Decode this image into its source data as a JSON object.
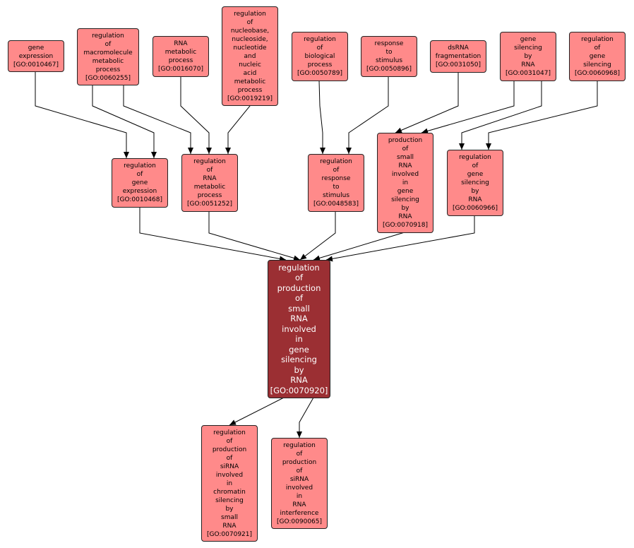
{
  "colors": {
    "node": "#ff8a8a",
    "focus": "#9b2f33",
    "edge": "#000000"
  },
  "nodes": {
    "n1": "gene\nexpression\n[GO:0010467]",
    "n2": "regulation\nof\nmacromolecule\nmetabolic\nprocess\n[GO:0060255]",
    "n3": "RNA\nmetabolic\nprocess\n[GO:0016070]",
    "n4": "regulation\nof\nnucleobase,\nnucleoside,\nnucleotide\nand\nnucleic\nacid\nmetabolic\nprocess\n[GO:0019219]",
    "n5": "regulation\nof\nbiological\nprocess\n[GO:0050789]",
    "n6": "response\nto\nstimulus\n[GO:0050896]",
    "n7": "dsRNA\nfragmentation\n[GO:0031050]",
    "n8": "gene\nsilencing\nby\nRNA\n[GO:0031047]",
    "n9": "regulation\nof\ngene\nsilencing\n[GO:0060968]",
    "n10": "regulation\nof\ngene\nexpression\n[GO:0010468]",
    "n11": "regulation\nof\nRNA\nmetabolic\nprocess\n[GO:0051252]",
    "n12": "regulation\nof\nresponse\nto\nstimulus\n[GO:0048583]",
    "n13": "production\nof\nsmall\nRNA\ninvolved\nin\ngene\nsilencing\nby\nRNA\n[GO:0070918]",
    "n14": "regulation\nof\ngene\nsilencing\nby\nRNA\n[GO:0060966]",
    "main": "regulation\nof\nproduction\nof\nsmall\nRNA\ninvolved\nin\ngene\nsilencing\nby\nRNA\n[GO:0070920]",
    "n15": "regulation\nof\nproduction\nof\nsiRNA\ninvolved\nin\nchromatin\nsilencing\nby\nsmall\nRNA\n[GO:0070921]",
    "n16": "regulation\nof\nproduction\nof\nsiRNA\ninvolved\nin\nRNA\ninterference\n[GO:0090065]"
  }
}
